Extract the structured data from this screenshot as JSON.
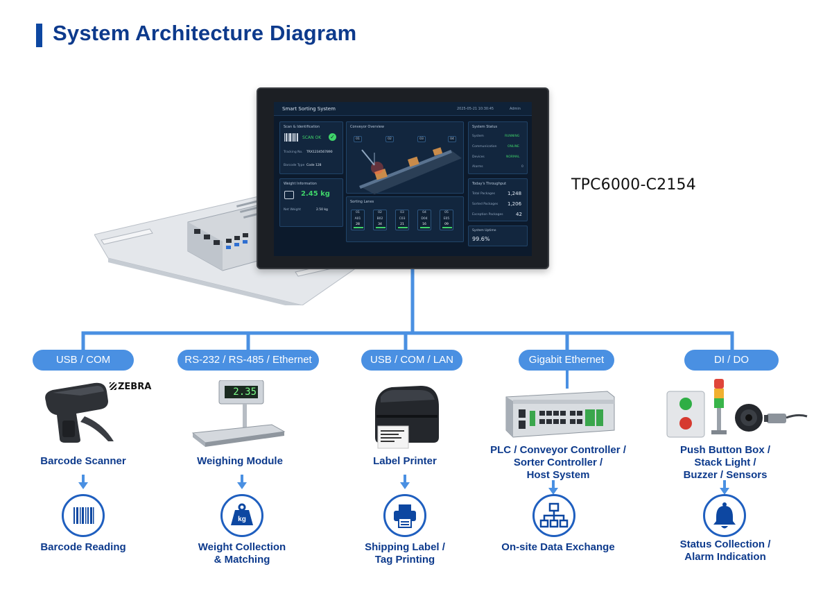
{
  "header": {
    "title": "System Architecture Diagram"
  },
  "device": {
    "model": "TPC6000-C2154",
    "screen": {
      "app_title": "Smart Sorting System",
      "datetime": "2025-05-21 10:30:45",
      "user": "Admin",
      "scan": {
        "title": "Scan & Identification",
        "status": "SCAN OK",
        "tracking_label": "Tracking No.",
        "tracking_value": "TRX1234567890",
        "barcode_label": "Barcode Type",
        "barcode_value": "Code 128"
      },
      "weight": {
        "title": "Weight Information",
        "value": "2.45 kg",
        "net_label": "Net Weight",
        "net_value": "2.50 kg"
      },
      "conveyor": {
        "title": "Conveyor Overview",
        "stations": [
          "01",
          "02",
          "03",
          "04"
        ]
      },
      "lanes": {
        "title": "Sorting Lanes",
        "items": [
          {
            "id": "01",
            "code": "A01",
            "count": "28"
          },
          {
            "id": "02",
            "code": "B02",
            "count": "34"
          },
          {
            "id": "03",
            "code": "C03",
            "count": "21"
          },
          {
            "id": "04",
            "code": "D04",
            "count": "16"
          },
          {
            "id": "05",
            "code": "E05",
            "count": "09"
          }
        ]
      },
      "status": {
        "title": "System Status",
        "rows": [
          {
            "label": "System",
            "value": "RUNNING"
          },
          {
            "label": "Communication",
            "value": "ONLINE"
          },
          {
            "label": "Devices",
            "value": "NORMAL"
          },
          {
            "label": "Alarms",
            "value": "0"
          }
        ]
      },
      "throughput": {
        "title": "Today's Throughput",
        "rows": [
          {
            "label": "Total Packages",
            "value": "1,248"
          },
          {
            "label": "Sorted Packages",
            "value": "1,206"
          },
          {
            "label": "Exception Packages",
            "value": "42"
          }
        ]
      },
      "uptime": {
        "title": "System Uptime",
        "value": "99.6%"
      }
    }
  },
  "branches": [
    {
      "interface": "USB / COM",
      "device": "Barcode Scanner",
      "brand": "ZEBRA",
      "function": "Barcode Reading",
      "icon": "barcode-icon"
    },
    {
      "interface": "RS-232 / RS-485 / Ethernet",
      "device": "Weighing Module",
      "display": "2.35",
      "function": "Weight Collection\n& Matching",
      "icon": "weight-icon"
    },
    {
      "interface": "USB / COM / LAN",
      "device": "Label Printer",
      "function": "Shipping Label /\nTag Printing",
      "icon": "printer-icon"
    },
    {
      "interface": "Gigabit Ethernet",
      "device": "PLC / Conveyor Controller /\nSorter Controller /\nHost System",
      "function": "On-site Data Exchange",
      "icon": "network-icon"
    },
    {
      "interface": "DI / DO",
      "device": "Push Button Box /\nStack Light /\nBuzzer / Sensors",
      "function": "Status Collection /\nAlarm Indication",
      "icon": "bell-icon"
    }
  ],
  "colors": {
    "accent": "#4a90e2",
    "title": "#0d3a8c",
    "line": "#4a90e2",
    "ring": "#1f5fbf"
  }
}
